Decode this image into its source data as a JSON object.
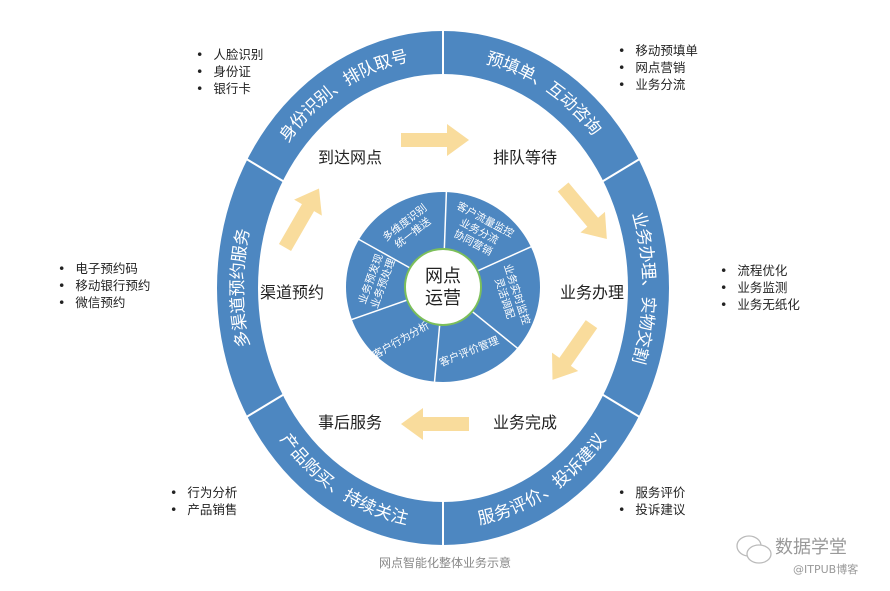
{
  "colors": {
    "ring": "#4d87c1",
    "arrow": "#f9dc9c",
    "center_border": "#7cbf5a"
  },
  "outer_ring": [
    "身份识别、排队取号",
    "预填单、互动咨询",
    "业务办理、实物交割",
    "服务评价、投诉建议",
    "产品购买、持续关注",
    "多渠道预约服务"
  ],
  "stages": [
    "到达网点",
    "排队等待",
    "业务办理",
    "业务完成",
    "事后服务",
    "渠道预约"
  ],
  "inner": {
    "center": [
      "网点",
      "运营"
    ],
    "segments": [
      [
        "多维度识别",
        "统一推送"
      ],
      [
        "客户流量监控",
        "业务分流",
        "协同营销"
      ],
      [
        "业务实时监控",
        "灵活调配"
      ],
      [
        "客户评价管理"
      ],
      [
        "客户行为分析"
      ],
      [
        "业务预发现",
        "业务预处理"
      ]
    ]
  },
  "lists": {
    "top_left": [
      "人脸识别",
      "身份证",
      "银行卡"
    ],
    "top_right": [
      "移动预填单",
      "网点营销",
      "业务分流"
    ],
    "right": [
      "流程优化",
      "业务监测",
      "业务无纸化"
    ],
    "left": [
      "电子预约码",
      "移动银行预约",
      "微信预约"
    ],
    "bottom_left": [
      "行为分析",
      "产品销售"
    ],
    "bottom_right": [
      "服务评价",
      "投诉建议"
    ]
  },
  "caption": "网点智能化整体业务示意",
  "watermark": {
    "title": "数据学堂",
    "sub": "@ITPUB博客"
  }
}
